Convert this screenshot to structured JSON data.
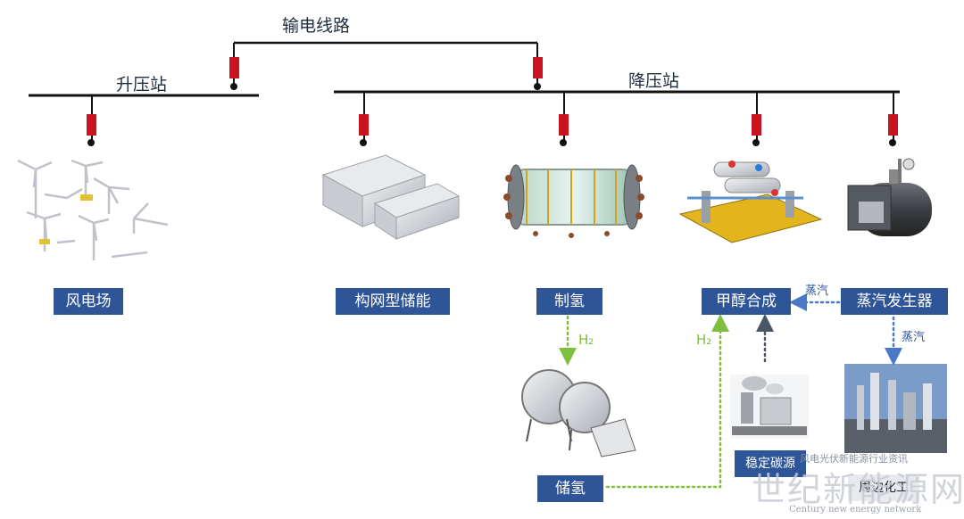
{
  "bus_labels": {
    "transmission_line": "输电线路",
    "step_up_station": "升压站",
    "step_down_station": "降压站"
  },
  "nodes": {
    "wind_farm": "风电场",
    "grid_storage": "构网型储能",
    "hydrogen_production": "制氢",
    "methanol_synthesis": "甲醇合成",
    "steam_generator": "蒸汽发生器",
    "hydrogen_storage": "储氢",
    "stable_carbon_source": "稳定碳源",
    "chemical_park": "周边化工"
  },
  "flow_labels": {
    "h2_down": "H₂",
    "h2_up": "H₂",
    "steam_left": "蒸汽",
    "steam_down": "蒸汽"
  },
  "colors": {
    "bus": "#111111",
    "breaker": "#c8141e",
    "box_fill": "#2e5597",
    "h2_arrow": "#7fbf3f",
    "steam_arrow": "#4a78c8",
    "carbon_arrow": "#4a5668"
  },
  "watermark": {
    "text": "世纪新能源网",
    "subtext": "Century new energy network",
    "top_text": "风电光伏新能源行业资讯"
  }
}
